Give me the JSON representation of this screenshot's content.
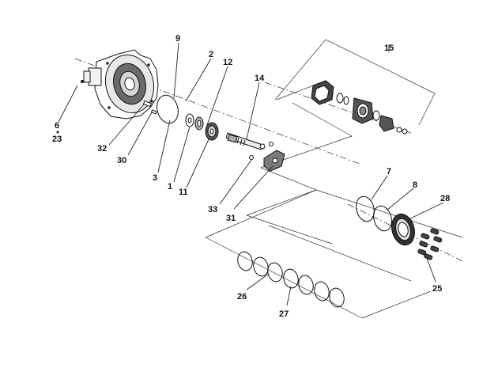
{
  "diagram": {
    "callouts": [
      {
        "id": "c9",
        "label": "9"
      },
      {
        "id": "c2",
        "label": "2"
      },
      {
        "id": "c12",
        "label": "12"
      },
      {
        "id": "c14",
        "label": "14"
      },
      {
        "id": "c15",
        "label": "15"
      },
      {
        "id": "c6",
        "label": "6"
      },
      {
        "id": "c23",
        "label": "23"
      },
      {
        "id": "c32",
        "label": "32"
      },
      {
        "id": "c30",
        "label": "30"
      },
      {
        "id": "c3",
        "label": "3"
      },
      {
        "id": "c1",
        "label": "1"
      },
      {
        "id": "c11",
        "label": "11"
      },
      {
        "id": "c33",
        "label": "33"
      },
      {
        "id": "c31",
        "label": "31"
      },
      {
        "id": "c7",
        "label": "7"
      },
      {
        "id": "c8",
        "label": "8"
      },
      {
        "id": "c28",
        "label": "28"
      },
      {
        "id": "c25",
        "label": "25"
      },
      {
        "id": "c26",
        "label": "26"
      },
      {
        "id": "c27",
        "label": "27"
      }
    ]
  }
}
